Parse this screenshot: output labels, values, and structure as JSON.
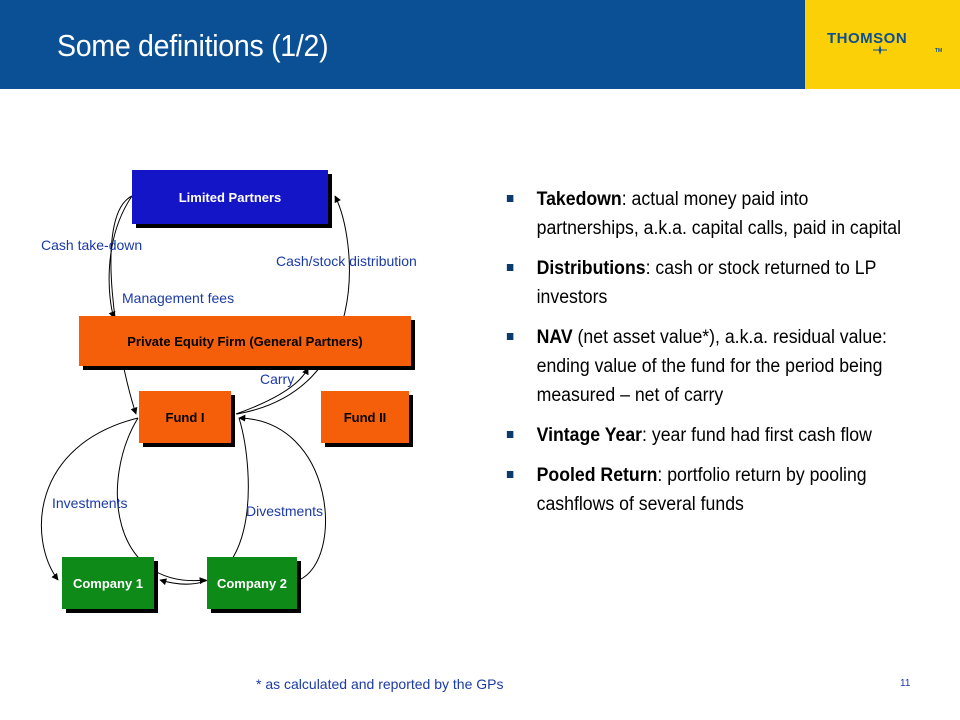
{
  "header": {
    "title": "Some definitions (1/2)",
    "logo_text": "THOMSON",
    "logo_tm": "TM",
    "colors": {
      "bar": "#0b4f95",
      "logo_bg": "#fcd006"
    }
  },
  "diagram": {
    "boxes": {
      "limited_partners": "Limited Partners",
      "gp": "Private Equity Firm (General Partners)",
      "fund1": "Fund I",
      "fund2": "Fund II",
      "company1": "Company 1",
      "company2": "Company 2"
    },
    "labels": {
      "cash_takedown": "Cash take-down",
      "cash_stock_distribution": "Cash/stock distribution",
      "management_fees": "Management fees",
      "carry": "Carry",
      "investments": "Investments",
      "divestments": "Divestments"
    },
    "colors": {
      "blue": "#1515c8",
      "orange": "#f55f0a",
      "green": "#0e8a19",
      "label": "#1a3aa8"
    }
  },
  "bullets": [
    {
      "term": "Takedown",
      "text": ": actual money paid into partnerships, a.k.a. capital calls, paid in capital"
    },
    {
      "term": "Distributions",
      "text": ": cash or stock returned to LP investors"
    },
    {
      "term": "NAV",
      "text": " (net asset value*), a.k.a. residual value: ending value of the fund for the period being measured – net of carry"
    },
    {
      "term": "Vintage Year",
      "text": ": year fund had first cash flow"
    },
    {
      "term": "Pooled Return",
      "text": ": portfolio return by pooling cashflows of several funds"
    }
  ],
  "footnote": "* as calculated and reported by the GPs",
  "page_number": "11"
}
